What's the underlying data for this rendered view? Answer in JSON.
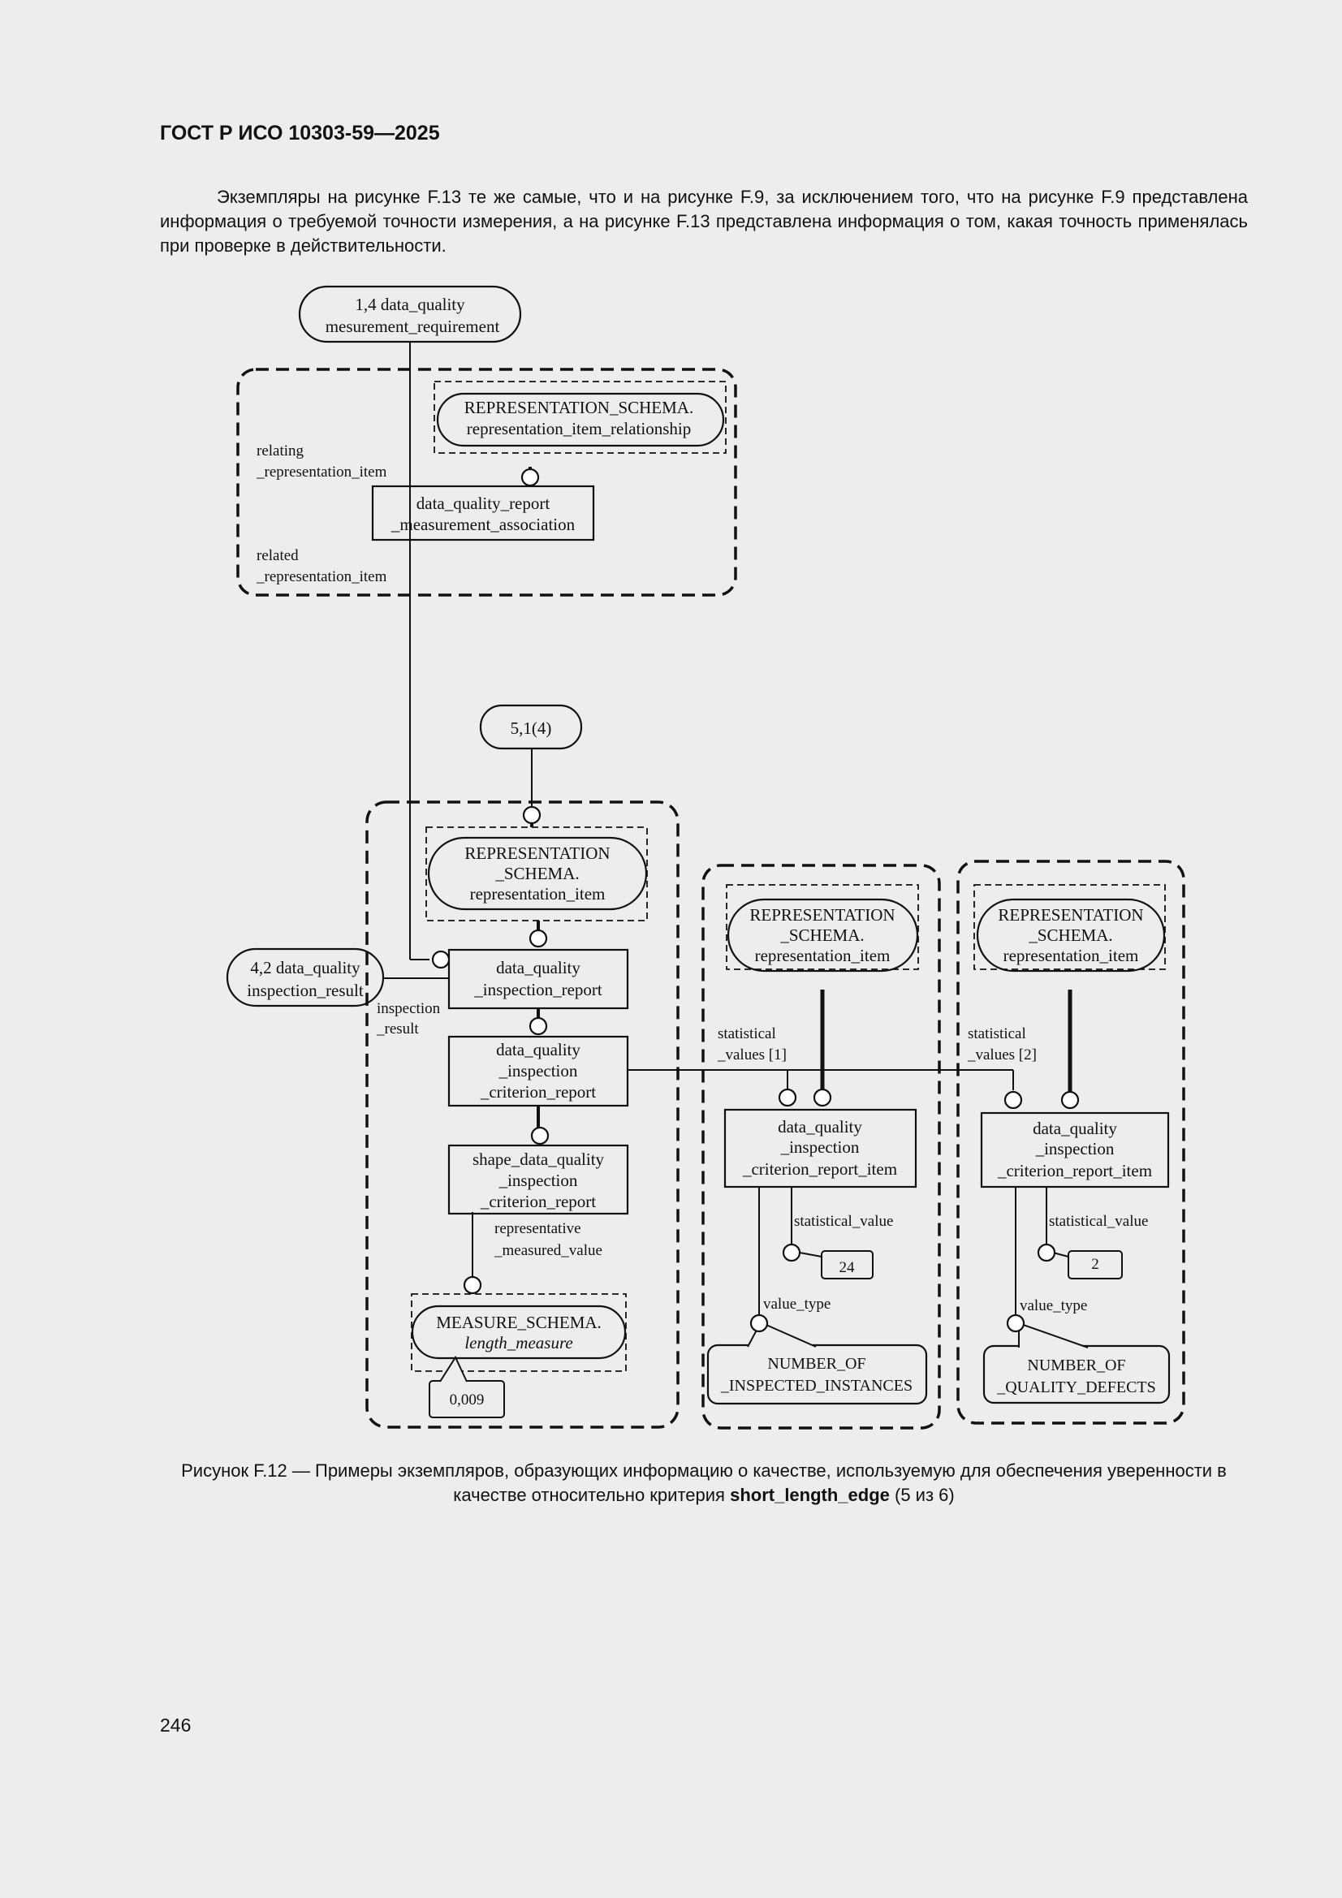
{
  "header": {
    "title": "ГОСТ Р ИСО 10303-59—2025"
  },
  "intro": {
    "text": "Экземпляры на рисунке F.13 те же самые, что и на рисунке F.9, за исключением того, что на рисунке F.9 представлена информация о требуемой точности измерения, а на рисунке F.13 представлена информация о том, какая точность применялась при проверке в действительности."
  },
  "diagram": {
    "top_ref": {
      "line1": "1,4 data_quality",
      "line2": "mesurement_requirement"
    },
    "group1": {
      "schema": {
        "line1": "REPRESENTATION_SCHEMA.",
        "line2": "representation_item_relationship"
      },
      "entity": {
        "line1": "data_quality_report",
        "line2": "_measurement_association"
      },
      "label_relating": {
        "line1": "relating",
        "line2": "_representation_item"
      },
      "label_related": {
        "line1": "related",
        "line2": "_representation_item"
      }
    },
    "ref_51": "5,1(4)",
    "ref_42": {
      "line1": "4,2 data_quality",
      "line2": "inspection_result"
    },
    "group2": {
      "schema": {
        "line1": "REPRESENTATION",
        "line2": "_SCHEMA.",
        "line3": "representation_item"
      },
      "report": {
        "line1": "data_quality",
        "line2": "_inspection_report"
      },
      "label_inspection": {
        "line1": "inspection",
        "line2": "_result"
      },
      "criterion": {
        "line1": "data_quality",
        "line2": "_inspection",
        "line3": "_criterion_report"
      },
      "shape": {
        "line1": "shape_data_quality",
        "line2": "_inspection",
        "line3": "_criterion_report"
      },
      "label_representative": {
        "line1": "representative",
        "line2": "_measured_value"
      },
      "measure": {
        "line1": "MEASURE_SCHEMA.",
        "line2": "length_measure"
      },
      "measure_value": "0,009"
    },
    "group3": {
      "schema": {
        "line1": "REPRESENTATION",
        "line2": "_SCHEMA.",
        "line3": "representation_item"
      },
      "label_statistical": {
        "line1": "statistical",
        "line2": "_values [1]"
      },
      "item": {
        "line1": "data_quality",
        "line2": "_inspection",
        "line3": "_criterion_report_item"
      },
      "label_stat_value": "statistical_value",
      "value": "24",
      "label_value_type": "value_type",
      "type_box": {
        "line1": "NUMBER_OF",
        "line2": "_INSPECTED_INSTANCES"
      }
    },
    "group4": {
      "schema": {
        "line1": "REPRESENTATION",
        "line2": "_SCHEMA.",
        "line3": "representation_item"
      },
      "label_statistical": {
        "line1": "statistical",
        "line2": "_values [2]"
      },
      "item": {
        "line1": "data_quality",
        "line2": "_inspection",
        "line3": "_criterion_report_item"
      },
      "label_stat_value": "statistical_value",
      "value": "2",
      "label_value_type": "value_type",
      "type_box": {
        "line1": "NUMBER_OF",
        "line2": "_QUALITY_DEFECTS"
      }
    }
  },
  "caption": {
    "text_before": "Рисунок F.12 — Примеры экземпляров, образующих информацию о качестве, используемую для обеспечения уверенности в качестве относительно критерия ",
    "bold": "short_length_edge",
    "text_after": " (5 из 6)"
  },
  "page_number": "246"
}
